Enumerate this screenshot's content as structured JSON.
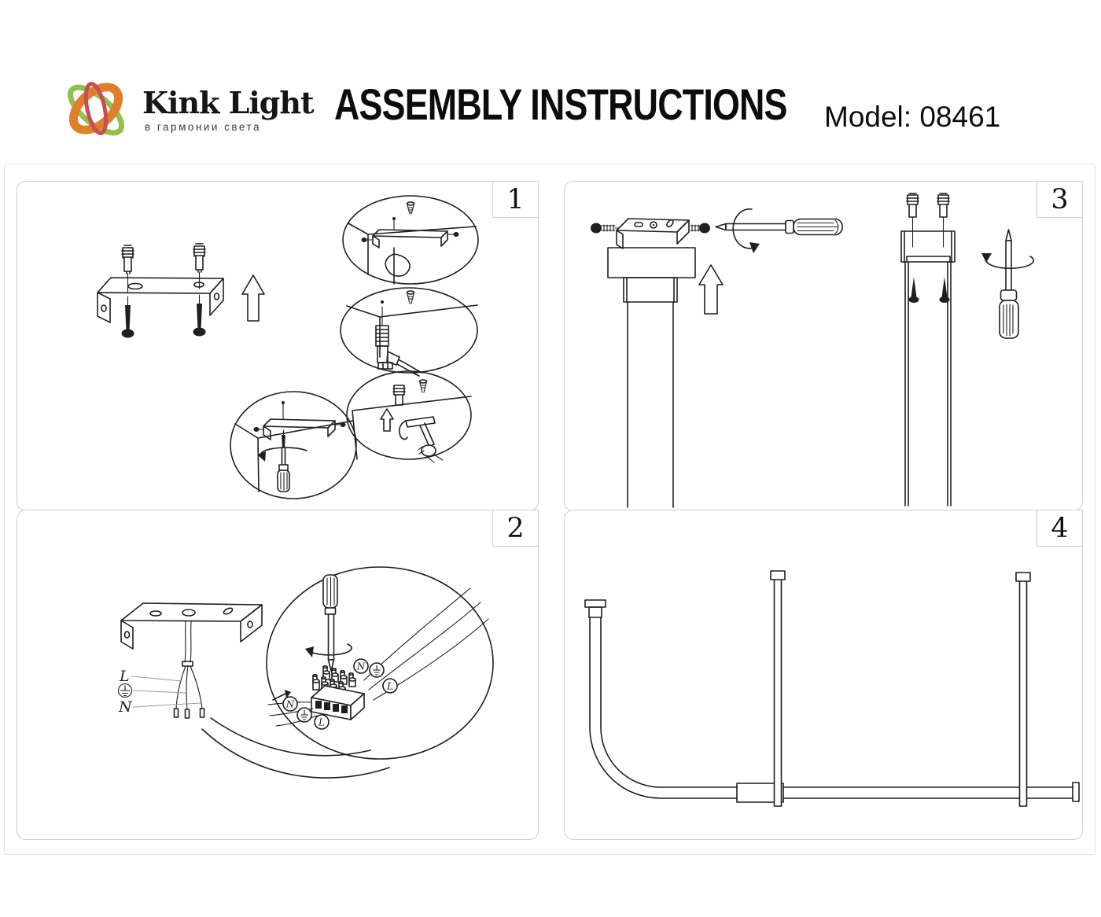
{
  "header": {
    "brand": "Kink Light",
    "tagline": "в гармонии света",
    "title": "ASSEMBLY INSTRUCTIONS",
    "model_label": "Model: 08461"
  },
  "panels": [
    {
      "number": "1"
    },
    {
      "number": "2"
    },
    {
      "number": "3"
    },
    {
      "number": "4"
    }
  ],
  "wiring": {
    "line_label": "L",
    "neutral_label": "N",
    "earth_symbol": "⏚"
  },
  "icons": {
    "up_arrow_icon": "⇧",
    "rotation_arrow_icon": "⟳"
  },
  "colors": {
    "ink": "#1f1f1f",
    "panel_border": "#cfcfcf",
    "frame_border": "#e3e3e3",
    "logo_orange": "#df7f2b",
    "logo_green": "#92c04c",
    "logo_red": "#c84e54",
    "tagline_gray": "#3c3c3c",
    "leader_gray": "#9a9a9a"
  }
}
